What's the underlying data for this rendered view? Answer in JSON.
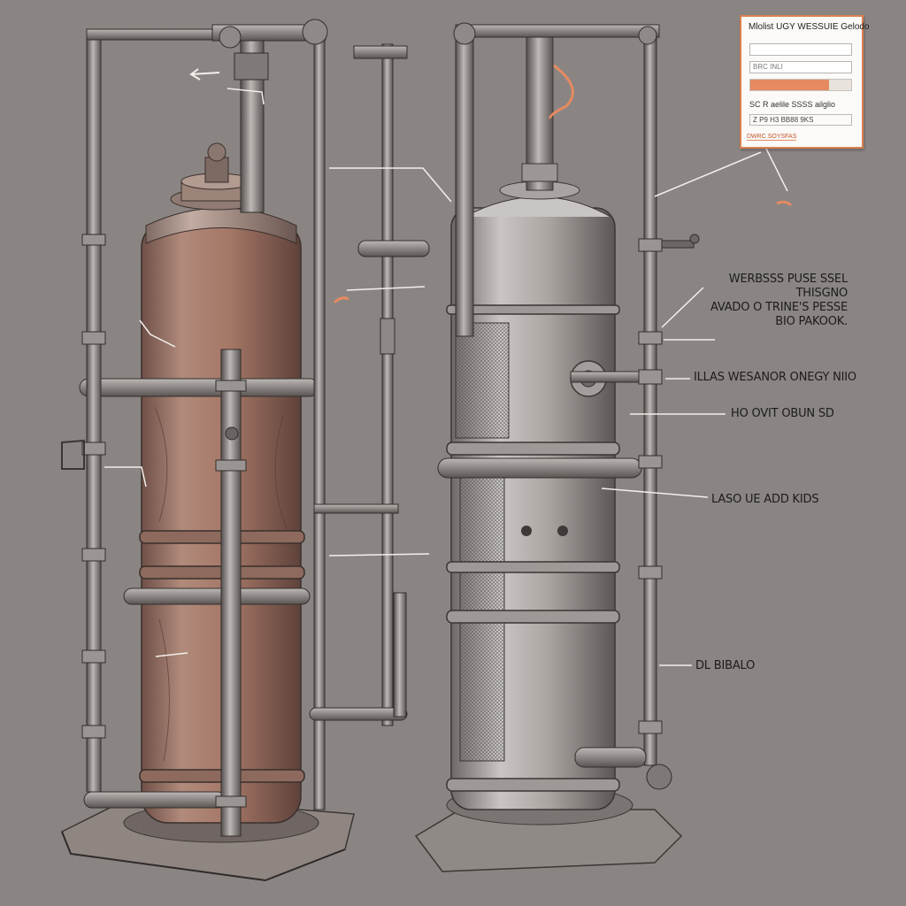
{
  "labels": {
    "top_right_block": "WERBSSS PUSE SSEL THISGNO\nAVADO O TRINE'S PESSE\nBIO PAKOOK.",
    "line1": "WERBSSS PUSE SSEL THISGNO",
    "line2": "AVADO O TRINE'S PESSE",
    "line3": "BIO PAKOOK.",
    "valve_label": "ILLAS WESANOR ONEGY NIIO",
    "flow_label": "HO OVIT OBUN SD",
    "jacket_label": "LASO UE ADD KIDS",
    "base_label": "DL BIBALO"
  },
  "panel": {
    "title": "Mlolist UGY WESSUIE Gelodo",
    "field1_value": "",
    "field2_value": "BRC INLI",
    "progress": 0.78,
    "row_text": "SC R aelile SSSS ailglio",
    "row2_text": "Z P9 H3 BB88 9KS",
    "button_label": "DWRC SOYSFAS"
  },
  "colors": {
    "background": "#8a8583",
    "accent": "#e58a61",
    "copper": "#a87a66",
    "steel": "#b3adaa"
  },
  "icons": {
    "left_arrow": "arrow-left-icon",
    "valve": "valve-handle-icon"
  }
}
